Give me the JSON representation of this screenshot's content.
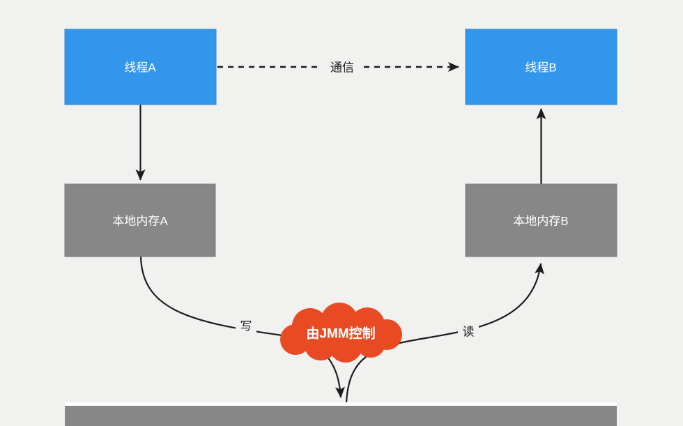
{
  "canvas": {
    "bg": "#f1f1f0",
    "line": "#1d1d1d"
  },
  "colors": {
    "thread_blue": "#3297ec",
    "thread_blue_border": "#2a89da",
    "memory_gray": "#878787",
    "memory_gray_border": "#7c7c7c",
    "cloud_red": "#e84a23",
    "white": "#ffffff"
  },
  "nodes": {
    "thread_a": {
      "label": "线程A"
    },
    "thread_b": {
      "label": "线程B"
    },
    "local_memory_a": {
      "label": "本地内存A"
    },
    "local_memory_b": {
      "label": "本地内存B"
    }
  },
  "edges": {
    "communication": {
      "label": "通信"
    },
    "write": {
      "label": "写"
    },
    "read": {
      "label": "读"
    }
  },
  "cloud": {
    "label": "由JMM控制"
  }
}
